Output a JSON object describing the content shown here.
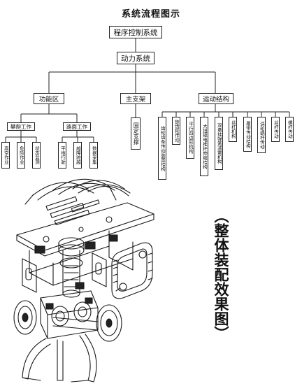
{
  "title": "系统流程图示",
  "root": "程序控制系统",
  "power": "动力系统",
  "branches": {
    "function": "功能区",
    "frame": "主支架",
    "motion": "运动结构"
  },
  "function_sub": {
    "climb": "攀爬工作",
    "road": "路面工作"
  },
  "climb_items": [
    "高空作业",
    "危险作业",
    "状态监测"
  ],
  "road_items": [
    "平地行驶",
    "越障跨越",
    "数据采集"
  ],
  "frame_item": "固定支撑",
  "motion_items": [
    "齿轮齿条传动装置结构",
    "链齿轮传动",
    "平行四边形机构",
    "大扭矩电推杆伸缩结构",
    "双悬挂弹簧减震机构",
    "丝杠机构",
    "履带传动结构",
    "涡轮蜗杆传动",
    "丝杆传动",
    "螺杆传动"
  ],
  "assembly_label": "（整体装配效果图）"
}
